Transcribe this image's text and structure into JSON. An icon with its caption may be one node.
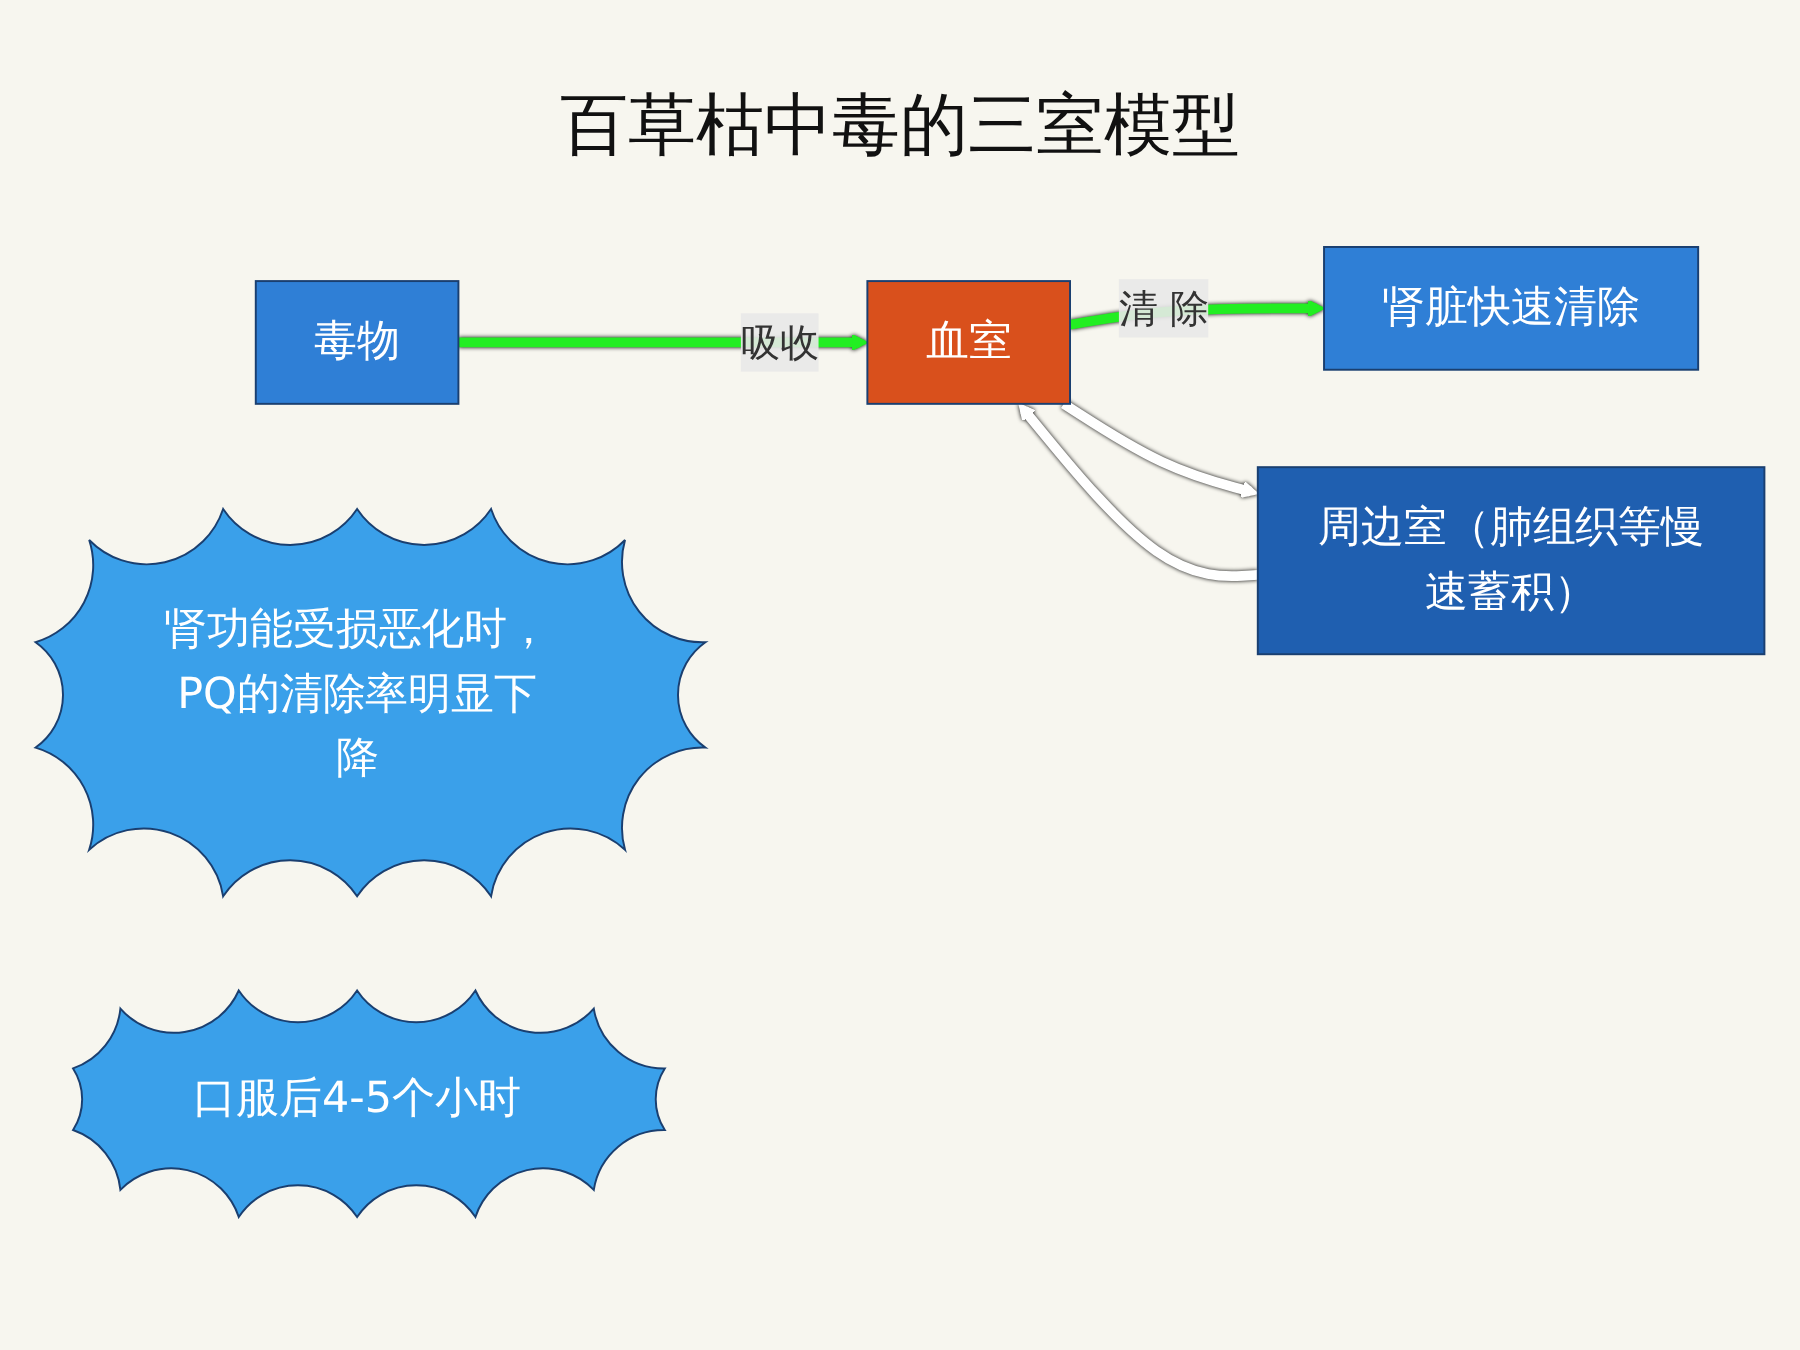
{
  "diagram": {
    "title": "百草枯中毒的三室模型",
    "nodes": [
      {
        "text": [
          "毒物"
        ]
      },
      {
        "text": [
          "血室"
        ]
      },
      {
        "text": [
          "肾脏快速清除"
        ]
      },
      {
        "text": [
          "周边室（肺组织等慢速蓄积）"
        ]
      },
      {
        "text": [
          "肾功能受损恶化时，PQ的清除率明显下降"
        ]
      },
      {
        "text": [
          "口服后4-5个小时"
        ]
      }
    ],
    "edges": [
      {
        "from": 0,
        "to": 1,
        "arrow": "to",
        "label": "吸收",
        "color": "#22ee22"
      },
      {
        "from": 1,
        "to": 2,
        "arrow": "to",
        "label": "清 除",
        "color": "#22ee22"
      },
      {
        "from": 1,
        "to": 3,
        "arrow": "to",
        "color": "#ffffff"
      },
      {
        "from": 3,
        "to": 1,
        "arrow": "to",
        "color": "#ffffff"
      }
    ]
  }
}
